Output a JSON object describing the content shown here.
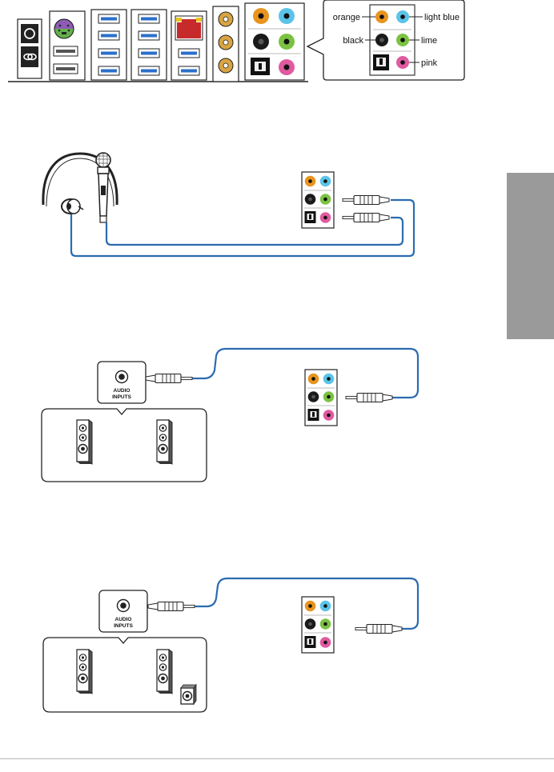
{
  "legend": {
    "labels": {
      "orange": "orange",
      "light_blue": "light blue",
      "black": "black",
      "lime": "lime",
      "pink": "pink"
    }
  },
  "speaker_box": {
    "label_line1": "AUDIO",
    "label_line2": "INPUTS"
  },
  "colors": {
    "orange": "#e8941e",
    "light_blue": "#5bc4e8",
    "black": "#1a1a1a",
    "lime": "#7cc242",
    "pink": "#e05aa0",
    "cable": "#2b6cb0",
    "usb_blue": "#2a6fc9",
    "lan_red": "#c62a2a",
    "gold": "#d9a441",
    "ps2_purple": "#8e5bb5",
    "ps2_green": "#62b14a",
    "side_tab": "#9a9a9a"
  }
}
